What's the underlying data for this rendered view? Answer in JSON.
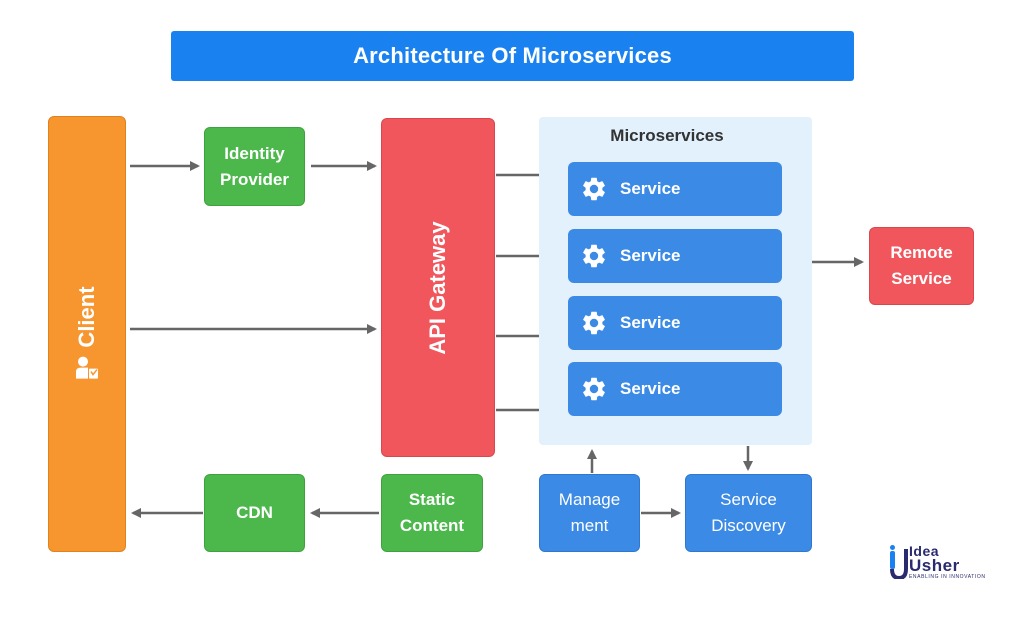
{
  "title": "Architecture Of Microservices",
  "client": {
    "label": "Client",
    "icon": "user-icon"
  },
  "identity_provider": {
    "line1": "Identity",
    "line2": "Provider"
  },
  "api_gateway": {
    "label": "API Gateway"
  },
  "microservices": {
    "title": "Microservices",
    "services": [
      {
        "label": "Service",
        "icon": "gear-icon"
      },
      {
        "label": "Service",
        "icon": "gear-icon"
      },
      {
        "label": "Service",
        "icon": "gear-icon"
      },
      {
        "label": "Service",
        "icon": "gear-icon"
      }
    ]
  },
  "remote_service": {
    "line1": "Remote",
    "line2": "Service"
  },
  "cdn": {
    "label": "CDN"
  },
  "static_content": {
    "line1": "Static",
    "line2": "Content"
  },
  "management": {
    "line1": "Manage",
    "line2": "ment"
  },
  "service_discovery": {
    "line1": "Service",
    "line2": "Discovery"
  },
  "logo": {
    "line1": "Idea",
    "line2": "Usher",
    "tagline": "ENABLING IN INNOVATION"
  },
  "colors": {
    "title_bar": "#1a82f0",
    "client": "#f7952f",
    "green": "#4cb84c",
    "red": "#f0565c",
    "blue": "#3b8ae6",
    "panel": "#e2f1fc",
    "arrow": "#666666"
  }
}
